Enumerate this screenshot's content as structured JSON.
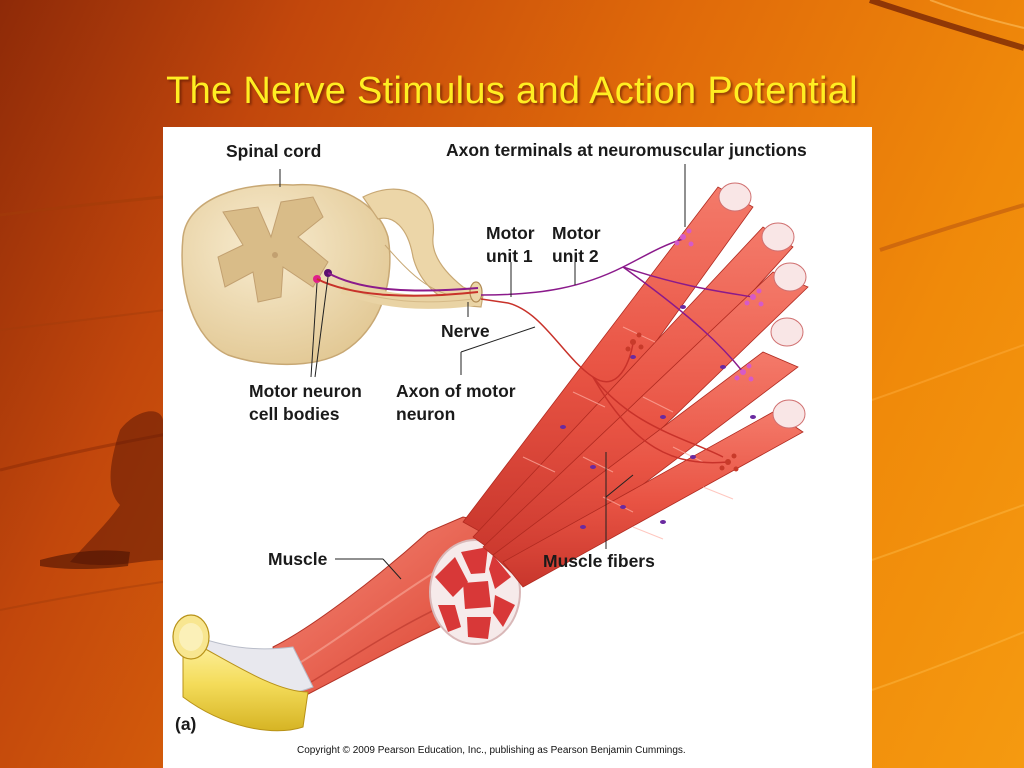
{
  "slide": {
    "title": "The Nerve Stimulus and Action Potential"
  },
  "figure": {
    "labels": {
      "spinal_cord": "Spinal cord",
      "axon_terminals": "Axon terminals at neuromuscular junctions",
      "motor_unit_1_line1": "Motor",
      "motor_unit_1_line2": "unit 1",
      "motor_unit_2_line1": "Motor",
      "motor_unit_2_line2": "unit 2",
      "nerve": "Nerve",
      "motor_neuron_line1": "Motor neuron",
      "motor_neuron_line2": "cell bodies",
      "axon_line1": "Axon of motor",
      "axon_line2": "neuron",
      "muscle": "Muscle",
      "muscle_fibers": "Muscle fibers",
      "panel": "(a)"
    },
    "copyright": "Copyright © 2009 Pearson Education, Inc., publishing as Pearson Benjamin Cummings."
  },
  "colors": {
    "title": "#ffee22",
    "background_dark": "#8e2a08",
    "background_light": "#f59a10",
    "muscle_red": "#e8604f",
    "fiber_dark": "#c8362c",
    "spinal_tan": "#efdcb4",
    "nerve_purple": "#8b1a8b",
    "axon_red": "#c8322a",
    "tendon_yellow": "#f4dc5a"
  }
}
